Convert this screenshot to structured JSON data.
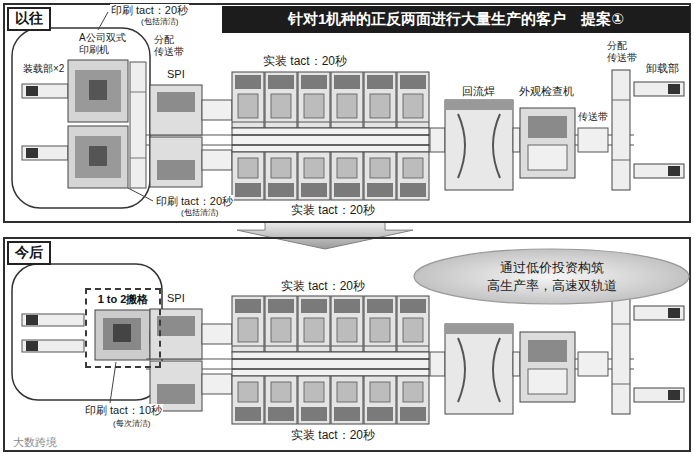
{
  "diagram": {
    "nodes": [
      {
        "text": [
          "以往"
        ]
      },
      {
        "text": [
          "针对1机种的正反两面进行大量生产的客户　提案①"
        ],
        "in": 0
      },
      {
        "text": [
          "今后"
        ]
      },
      {
        "text": [
          "通过低价投资构筑 高生产率，高速双轨道"
        ],
        "in": 2
      },
      {
        "text": [
          "1 to 2搬格"
        ],
        "in": 2
      }
    ],
    "edges": [
      {
        "from": 0,
        "to": 2,
        "arrow": "to"
      }
    ],
    "labels": [
      "印刷 tact：20秒",
      "(包括清洁)",
      "A公司双式 印刷机",
      "装载部×2",
      "分配 传送带",
      "SPI",
      "实装 tact：20秒",
      "回流焊",
      "外观检查机",
      "传送带",
      "分配 传送带",
      "卸载部",
      "实装 tact：20秒",
      "印刷 tact：20秒",
      "(包括清洁)",
      "SPI",
      "实装 tact：20秒",
      "实装 tact：20秒",
      "印刷 tact：10秒",
      "(每次清洁)",
      "大数跨境"
    ]
  }
}
